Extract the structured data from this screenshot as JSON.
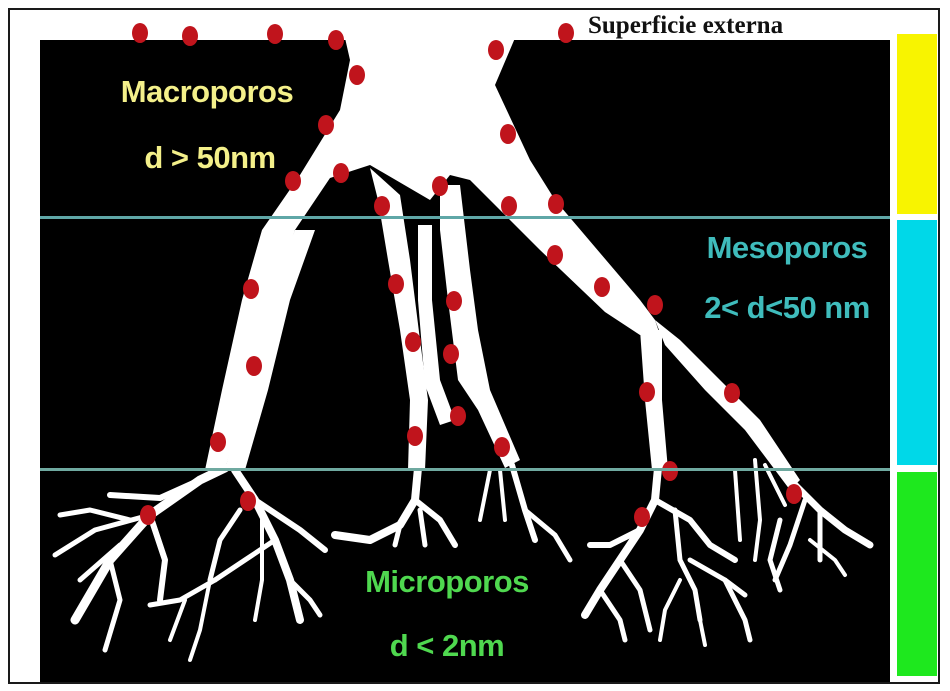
{
  "surface_label": "Superficie externa",
  "zones": {
    "macro": {
      "name": "Macroporos",
      "range": "d > 50nm"
    },
    "meso": {
      "name": "Mesoporos",
      "range": "2< d<50 nm"
    },
    "micro": {
      "name": "Microporos",
      "range": "d < 2nm"
    }
  },
  "colors": {
    "background": "#000000",
    "pores": "#ffffff",
    "molecules": "#c0141c",
    "macro_label": "#f4f08a",
    "meso_label": "#3fbcbc",
    "micro_label": "#4fd84f",
    "bar_macro": "#f8f400",
    "bar_meso": "#00d8e8",
    "bar_micro": "#1ee81e"
  }
}
